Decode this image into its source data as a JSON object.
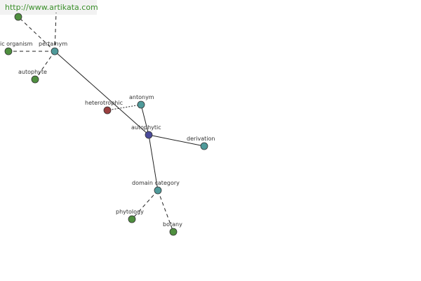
{
  "banner": {
    "url": "http://www.artikata.com"
  },
  "colors": {
    "center": "#4a4a9a",
    "relation": "#4f9a9a",
    "leaf": "#4f8f3f",
    "opposite": "#9a3f3f",
    "edge": "#222222"
  },
  "nodes": {
    "top_left": {
      "label": ""
    },
    "organism": {
      "label": "ic organism"
    },
    "pertainym": {
      "label": "pertainym"
    },
    "autophyte": {
      "label": "autophyte"
    },
    "heterotrophic": {
      "label": "heterotrophic"
    },
    "antonym": {
      "label": "antonym"
    },
    "autophytic": {
      "label": "autophytic"
    },
    "derivation": {
      "label": "derivation"
    },
    "domain_category": {
      "label": "domain category"
    },
    "phytology": {
      "label": "phytology"
    },
    "botany": {
      "label": "botany"
    }
  }
}
